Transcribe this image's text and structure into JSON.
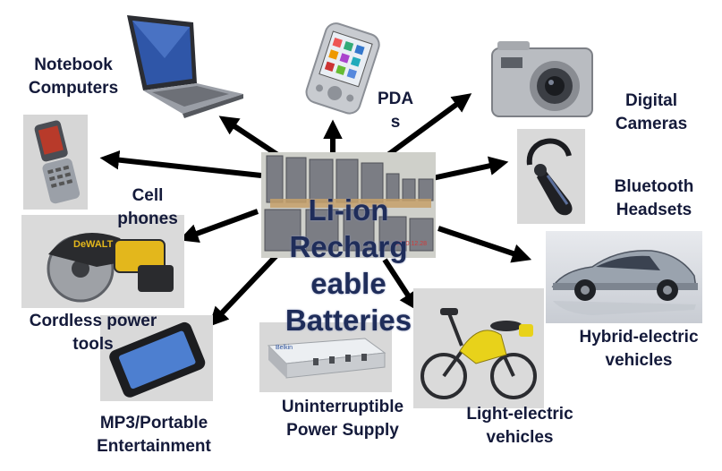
{
  "center": {
    "lines": [
      "Li-ion",
      "Recharg",
      "eable",
      "Batteries"
    ],
    "timestamp": "2010.12.28"
  },
  "labels": {
    "notebook": [
      "Notebook",
      "Computers"
    ],
    "pda": [
      "PDA",
      "s"
    ],
    "cameras": [
      "Digital",
      "Cameras"
    ],
    "bluetooth": [
      "Bluetooth",
      "Headsets"
    ],
    "cell": [
      "Cell",
      "phones"
    ],
    "hybrid": [
      "Hybrid-electric",
      "vehicles"
    ],
    "tools": [
      "Cordless power",
      "tools"
    ],
    "mp3": [
      "MP3/Portable",
      "Entertainment"
    ],
    "ups": [
      "Uninterruptible",
      "Power Supply"
    ],
    "light": [
      "Light-electric",
      "vehicles"
    ]
  },
  "brands": {
    "tool": "DeWALT",
    "ups": "Belkin"
  },
  "colors": {
    "text": "#141a3a",
    "center_text": "#1f2d5a",
    "arrow": "#000000"
  }
}
